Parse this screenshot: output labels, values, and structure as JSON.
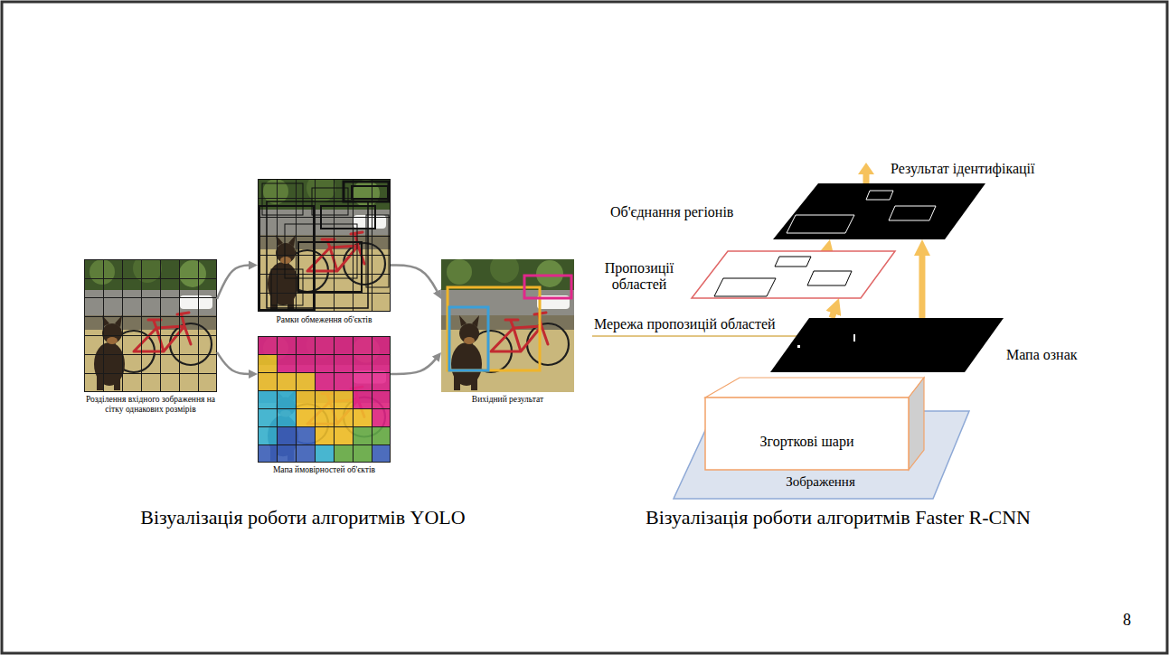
{
  "diagram": {
    "nodes": [
      {
        "text": [
          "Розділення вхідного зображення на сітку однакових розмірів"
        ]
      },
      {
        "text": [
          "Рамки обмеження об'єктів"
        ]
      },
      {
        "text": [
          "Мапа ймовірностей об'єктів"
        ]
      },
      {
        "text": [
          "Вихідний результат"
        ]
      },
      {
        "text": [
          "Зображення"
        ]
      },
      {
        "text": [
          "Згорткові шари"
        ]
      },
      {
        "text": [
          "Мапа ознак"
        ]
      },
      {
        "text": [
          "Пропозиції областей"
        ]
      },
      {
        "text": [
          "Об'єднання регіонів"
        ]
      }
    ],
    "edges": [
      {
        "from": 0,
        "to": 1,
        "arrow": "to"
      },
      {
        "from": 0,
        "to": 2,
        "arrow": "to"
      },
      {
        "from": 1,
        "to": 3,
        "arrow": "to"
      },
      {
        "from": 2,
        "to": 3,
        "arrow": "to"
      },
      {
        "from": 6,
        "to": 7,
        "arrow": "to"
      },
      {
        "from": 7,
        "to": 8,
        "arrow": "to"
      },
      {
        "from": 6,
        "to": 8,
        "arrow": "to"
      }
    ],
    "labels": [
      "Мережа пропозицій областей",
      "Результат ідентифікації",
      "Візуалізація роботи алгоритмів YOLO",
      "Візуалізація роботи алгоритмів Faster R-CNN",
      "8"
    ]
  }
}
